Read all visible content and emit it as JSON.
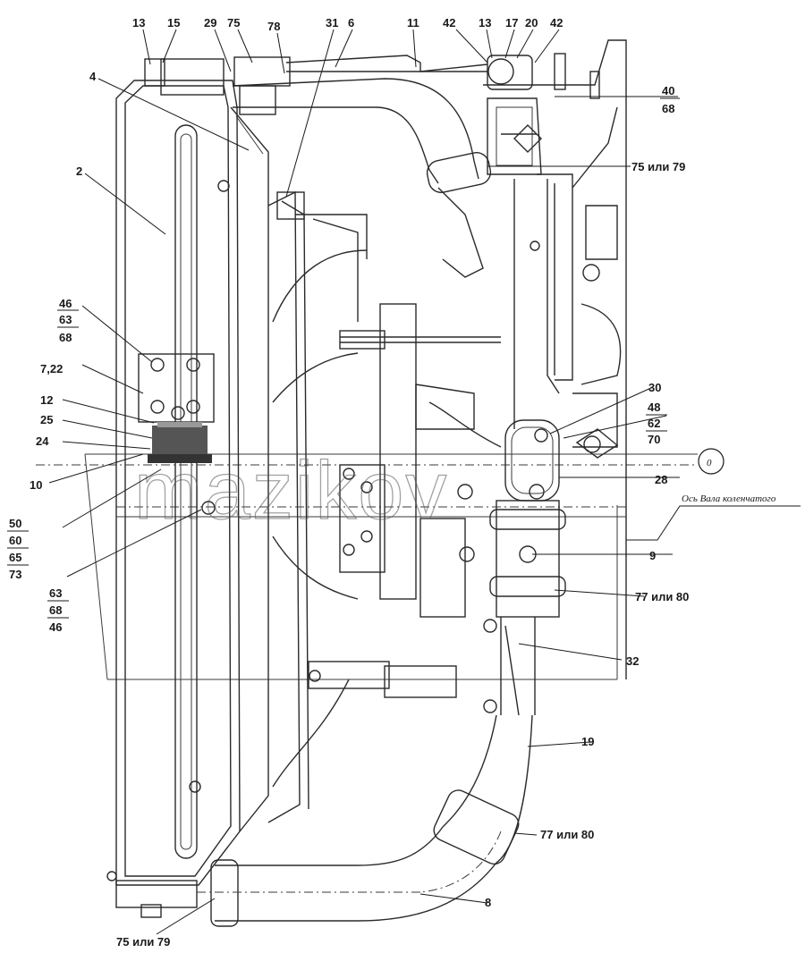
{
  "watermark": "mazikov",
  "axis_note": "Ось Вала коленчатого",
  "axis_marker": "0",
  "corner_mark": "",
  "labels": {
    "l13a": "13",
    "l15": "15",
    "l29": "29",
    "l75top": "75",
    "l78": "78",
    "l31": "31",
    "l6": "6",
    "l11": "11",
    "l42a": "42",
    "l13b": "13",
    "l17": "17",
    "l20": "20",
    "l42b": "42",
    "l4": "4",
    "l2": "2",
    "l40": "40",
    "l68a": "68",
    "l75or79a": "75 или 79",
    "l46a": "46",
    "l63a": "63",
    "l68b": "68",
    "l7_22": "7,22",
    "l12": "12",
    "l25": "25",
    "l24": "24",
    "l10": "10",
    "l30": "30",
    "l48": "48",
    "l62": "62",
    "l70": "70",
    "l28": "28",
    "l50": "50",
    "l60": "60",
    "l65": "65",
    "l73": "73",
    "l9": "9",
    "l63b": "63",
    "l68c": "68",
    "l46b": "46",
    "l77or80a": "77 или 80",
    "l32": "32",
    "l19": "19",
    "l77or80b": "77 или 80",
    "l8": "8",
    "l75or79b": "75 или 79"
  }
}
